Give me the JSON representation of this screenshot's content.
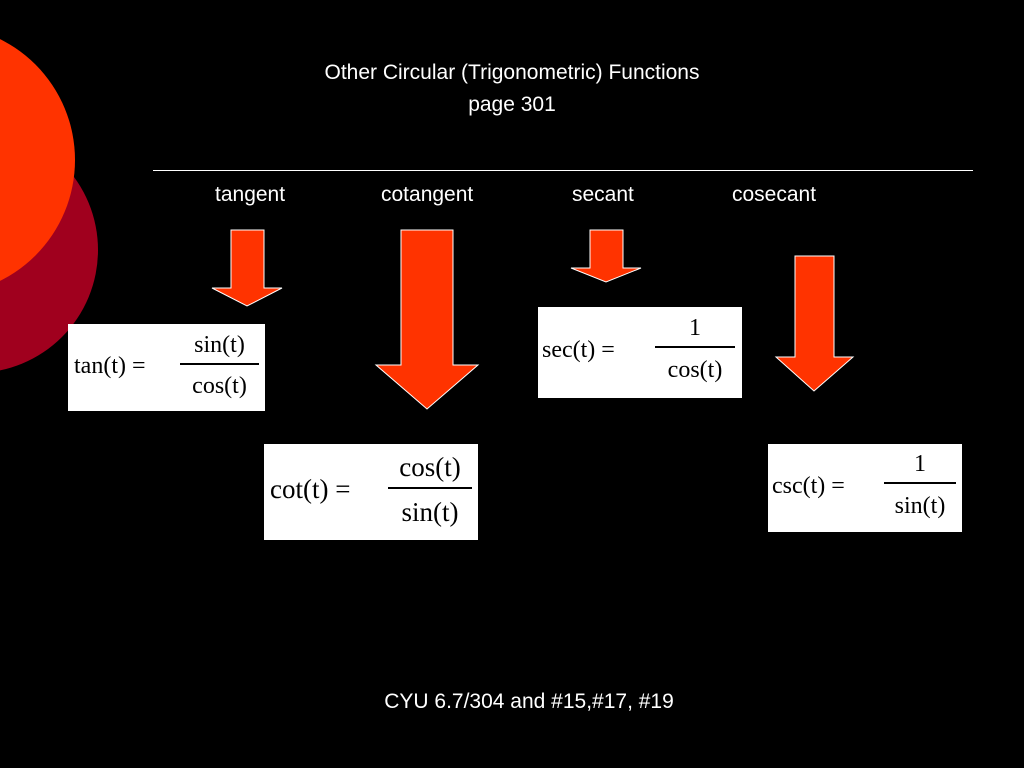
{
  "slide": {
    "title": "Other Circular (Trigonometric) Functions",
    "subtitle": "page 301",
    "labels": {
      "tangent": "tangent",
      "cotangent": "cotangent",
      "secant": "secant",
      "cosecant": "cosecant"
    },
    "formulas": {
      "tan": {
        "lhs": "tan(t) =",
        "num": "sin(t)",
        "den": "cos(t)"
      },
      "cot": {
        "lhs": "cot(t) =",
        "num": "cos(t)",
        "den": "sin(t)"
      },
      "sec": {
        "lhs": "sec(t) =",
        "num": "1",
        "den": "cos(t)"
      },
      "csc": {
        "lhs": "csc(t) =",
        "num": "1",
        "den": "sin(t)"
      }
    },
    "footer": "CYU 6.7/304 and #15,#17, #19"
  },
  "colors": {
    "background": "#000000",
    "arrow": "#FF3300",
    "circle_front": "#FF3300",
    "circle_back": "#A0001E",
    "text": "#FFFFFF",
    "box": "#FFFFFF"
  },
  "icons": [
    "down-arrow-icon"
  ]
}
